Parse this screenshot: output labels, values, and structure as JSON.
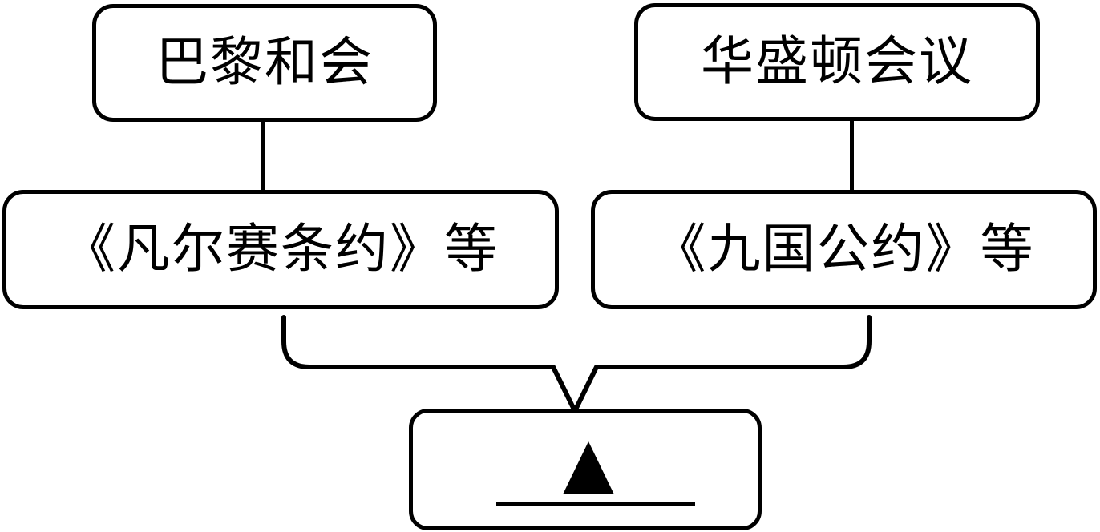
{
  "page": {
    "background_color": "#ffffff",
    "ink_color": "#000000"
  },
  "diagram": {
    "type": "concept-map-with-merge-brace",
    "nodes": {
      "paris_conference": {
        "label": "巴黎和会"
      },
      "washington_conference": {
        "label": "华盛顿会议"
      },
      "versailles_treaty": {
        "label": "《凡尔赛条约》等"
      },
      "nine_power_treaty": {
        "label": "《九国公约》等"
      },
      "answer_box": {
        "marker_icon": "▲",
        "has_blank_underline": true
      }
    },
    "connections": [
      {
        "from": "paris_conference",
        "to": "versailles_treaty",
        "style": "straight-line"
      },
      {
        "from": "washington_conference",
        "to": "nine_power_treaty",
        "style": "straight-line"
      },
      {
        "from": "versailles_treaty + nine_power_treaty",
        "to": "answer_box",
        "style": "downward-brace"
      }
    ]
  }
}
